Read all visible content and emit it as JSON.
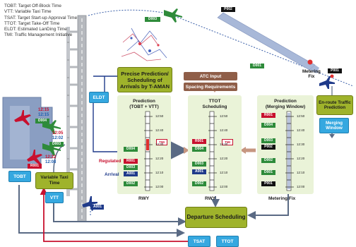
{
  "legend": [
    "TOBT: Target Off-Block Time",
    "VTT: Variable Taxi Time",
    "TSAT: Target Start-up Approval Time",
    "TTOT: Target Take-Off Time",
    "ELDT: Estimated LanDing Time",
    "TMI: Traffic Management Initiative"
  ],
  "boxes": {
    "taman": "Precise Prediction/ Scheduling of Arrivals by T-AMAN",
    "atc_input": "ATC Input",
    "spacing": "Spacing Requirements",
    "eldt": "ELDT",
    "tobt": "TOBT",
    "vtt": "VTT",
    "variable_taxi": "Variable Taxi Time",
    "departure": "Departure Scheduling",
    "tsat": "TSAT",
    "ttot": "TTOT",
    "enroute": "En-route Traffic Prediction",
    "merging": "Merging Window"
  },
  "panels": {
    "prediction_title": "Prediction\n(TOBT + VTT)",
    "ttot_title": "TTOT\nScheduling",
    "merging_title": "Prediction\n(Merging Window)",
    "rwy1": "RWY",
    "rwy2": "RWY",
    "metering_fix_label": "Metering Fix",
    "regulated": "Regulated",
    "arrival": "Arrival",
    "tmi": "TMI"
  },
  "tick_labels": [
    "12:50",
    "12:40",
    "12:30",
    "12:20",
    "12:10",
    "12:00"
  ],
  "gate_flights": [
    {
      "time1": "12:15",
      "time2": "12:15",
      "id": "D004"
    },
    {
      "time1": "12:05",
      "time2": "12:02",
      "id": "D003"
    },
    {
      "time1": "12:22",
      "time2": "12:08",
      "id": "R001"
    }
  ],
  "airspace": {
    "d003": "D003",
    "p002": "P002",
    "d001": "D001",
    "p001": "P001",
    "a001": "A001",
    "metering_fix": "Metering\nFix"
  },
  "panel1_tags": [
    "D004",
    "R001",
    "D003",
    "A001",
    "D002"
  ],
  "panel2_tags": [
    "R001",
    "D004",
    "D003",
    "A001",
    "D002"
  ],
  "panel3_tags": [
    "R001",
    "D004",
    "D003",
    "P002",
    "D002",
    "D001",
    "P001"
  ],
  "colors": {
    "olive": "#9fb32b",
    "blue": "#35a8e0",
    "brown": "#8f5e48",
    "red": "#c8102e",
    "green": "#2e8b3a",
    "navy": "#1f3a8a",
    "grey_arrow": "#5a6a84"
  }
}
